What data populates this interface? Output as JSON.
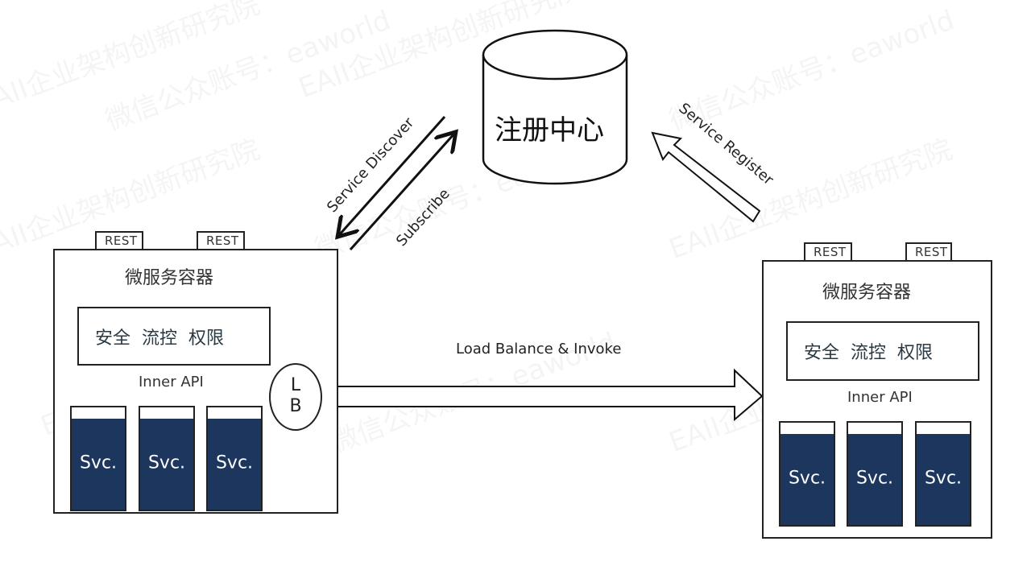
{
  "registry": {
    "label": "注册中心"
  },
  "arrows": {
    "service_discover": "Service Discover",
    "subscribe": "Subscribe",
    "service_register": "Service Register",
    "load_balance": "Load Balance & Invoke"
  },
  "left_container": {
    "rest_tabs": [
      "REST",
      "REST"
    ],
    "title": "微服务容器",
    "policies": [
      "安全",
      "流控",
      "权限"
    ],
    "inner_api": "Inner API",
    "lb": [
      "L",
      "B"
    ],
    "services": [
      "Svc.",
      "Svc.",
      "Svc."
    ]
  },
  "right_container": {
    "rest_tabs": [
      "REST",
      "REST"
    ],
    "title": "微服务容器",
    "policies": [
      "安全",
      "流控",
      "权限"
    ],
    "inner_api": "Inner API",
    "services": [
      "Svc.",
      "Svc.",
      "Svc."
    ]
  },
  "watermark": [
    "EAII企业架构创新研究院",
    "微信公众账号：eaworld"
  ],
  "colors": {
    "service_fill": "#1c365e",
    "stroke": "#222222"
  }
}
